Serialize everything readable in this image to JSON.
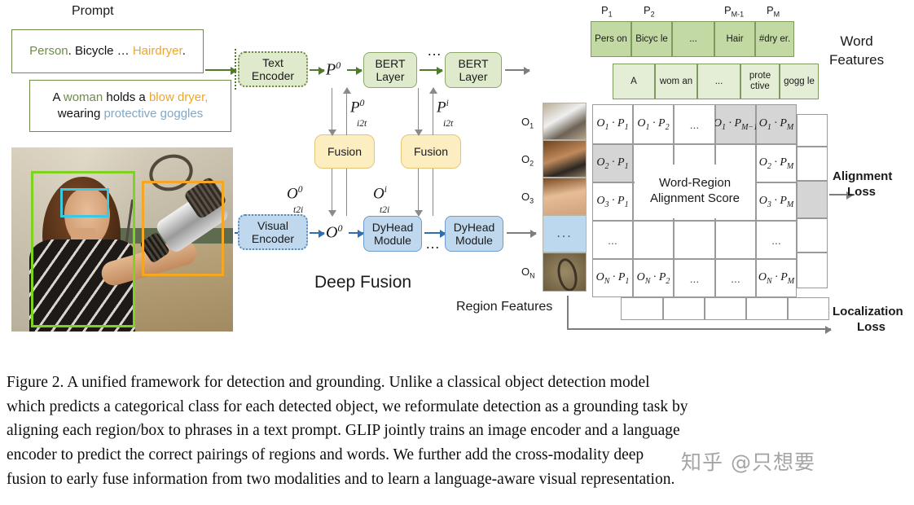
{
  "prompt": {
    "title": "Prompt",
    "detection_box": {
      "segments": [
        {
          "text": "Person",
          "color_role": "green"
        },
        {
          "text": ". ",
          "color_role": "black"
        },
        {
          "text": "Bicycle",
          "color_role": "black"
        },
        {
          "text": " … ",
          "color_role": "black"
        },
        {
          "text": "Hairdryer",
          "color_role": "yellow"
        },
        {
          "text": ".",
          "color_role": "black"
        }
      ]
    },
    "grounding_box": {
      "line1": [
        {
          "text": "A ",
          "color_role": "black"
        },
        {
          "text": "woman",
          "color_role": "green"
        },
        {
          "text": " holds a ",
          "color_role": "black"
        },
        {
          "text": "blow dryer,",
          "color_role": "yellow"
        }
      ],
      "line2": [
        {
          "text": "wearing ",
          "color_role": "black"
        },
        {
          "text": "protective goggles",
          "color_role": "blue"
        }
      ]
    }
  },
  "photo": {
    "name": "woman-with-blow-dryer-photo",
    "boxes": [
      {
        "label": "person",
        "color": "#7ed321"
      },
      {
        "label": "protective-goggles",
        "color": "#3cc8e0"
      },
      {
        "label": "blow-dryer",
        "color": "#f5a623"
      }
    ]
  },
  "pipeline": {
    "text_encoder": "Text\nEncoder",
    "text_encoder_line1": "Text",
    "text_encoder_line2": "Encoder",
    "visual_encoder_line1": "Visual",
    "visual_encoder_line2": "Encoder",
    "bert_layer_line1": "BERT",
    "bert_layer_line2": "Layer",
    "dyhead_line1": "DyHead",
    "dyhead_line2": "Module",
    "fusion": "Fusion",
    "deep_fusion_label": "Deep Fusion",
    "ellipsis": "…",
    "p0": "P",
    "p0_sup": "0",
    "o0": "O",
    "o0_sup": "0",
    "p_i2t_0_base": "P",
    "p_i2t_0_sup": "0",
    "p_i2t_sub": "i2t",
    "p_i2t_i_sup": "i",
    "o_t2i_0_base": "O",
    "o_t2i_0_sup": "0",
    "o_t2i_sub": "t2i",
    "o_t2i_i_sup": "i"
  },
  "word_features": {
    "label_line1": "Word",
    "label_line2": "Features",
    "headers": [
      {
        "base": "P",
        "sub": "1"
      },
      {
        "base": "P",
        "sub": "2"
      },
      {
        "base": "P",
        "sub": "M-1"
      },
      {
        "base": "P",
        "sub": "M"
      }
    ],
    "row_detection": [
      "Pers on",
      "Bicyc le",
      "...",
      "Hair",
      "#dry er."
    ],
    "row_grounding": [
      "A",
      "wom an",
      "...",
      "prote ctive",
      "gogg le"
    ]
  },
  "region_features": {
    "label": "Region Features",
    "row_labels": [
      {
        "base": "O",
        "sub": "1"
      },
      {
        "base": "O",
        "sub": "2"
      },
      {
        "base": "O",
        "sub": "3"
      },
      {
        "base": "",
        "sub": ""
      },
      {
        "base": "O",
        "sub": "N"
      }
    ],
    "ellipsis_thumb": "..."
  },
  "matrix": {
    "center_label_line1": "Word-Region",
    "center_label_line2": "Alignment Score",
    "rows": [
      [
        {
          "text": "O₁ · P₁",
          "shaded": false
        },
        {
          "text": "O₁ · P₂",
          "shaded": false
        },
        {
          "text": "...",
          "shaded": false
        },
        {
          "text": "O₁ · P_{M−1}",
          "shaded": true
        },
        {
          "text": "O₁ · P_M",
          "shaded": true
        }
      ],
      [
        {
          "text": "O₂ · P₁",
          "shaded": true
        },
        {
          "text": "",
          "shaded": false
        },
        {
          "text": "",
          "shaded": false
        },
        {
          "text": "",
          "shaded": false
        },
        {
          "text": "O₂ · P_M",
          "shaded": false
        }
      ],
      [
        {
          "text": "O₃ · P₁",
          "shaded": false
        },
        {
          "text": "",
          "shaded": false
        },
        {
          "text": "",
          "shaded": false
        },
        {
          "text": "",
          "shaded": false
        },
        {
          "text": "O₃ · P_M",
          "shaded": false
        }
      ],
      [
        {
          "text": "...",
          "shaded": false
        },
        {
          "text": "",
          "shaded": false
        },
        {
          "text": "",
          "shaded": false
        },
        {
          "text": "",
          "shaded": false
        },
        {
          "text": "...",
          "shaded": false
        }
      ],
      [
        {
          "text": "O_N · P₁",
          "shaded": false
        },
        {
          "text": "O_N · P₂",
          "shaded": false
        },
        {
          "text": "...",
          "shaded": false
        },
        {
          "text": "...",
          "shaded": false
        },
        {
          "text": "O_N · P_M",
          "shaded": false
        }
      ]
    ]
  },
  "losses": {
    "alignment_line1": "Alignment",
    "alignment_line2": "Loss",
    "localization_line1": "Localization",
    "localization_line2": "Loss"
  },
  "caption": {
    "line1": "Figure 2.  A unified framework for detection and grounding.  Unlike a classical object detection model",
    "line2": "which predicts a categorical class for each detected object, we reformulate detection as a grounding task by",
    "line3": "aligning each region/box to phrases in a text prompt. GLIP jointly trains an image encoder and a language",
    "line4": "encoder to predict the correct pairings of regions and words.  We further add the cross-modality deep",
    "line5": "fusion to early fuse information from two modalities and to learn a language-aware visual representation."
  },
  "watermark": {
    "text": "知乎 @只想要"
  },
  "colors": {
    "green_text": "#6e8b4a",
    "yellow_text": "#e8a830",
    "blue_text": "#7fa8c9",
    "green_fill": "#dfeacd",
    "blue_fill": "#bfd8ee",
    "fusion_fill": "#fdeec2",
    "word_header_fill": "#c3d9a3",
    "word_row_fill": "#e4eed6",
    "shade": "#d5d5d5"
  }
}
